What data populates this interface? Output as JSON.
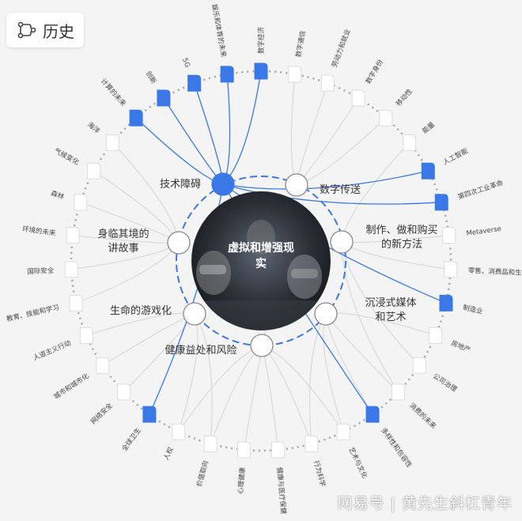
{
  "header": {
    "history_label": "历史",
    "icon": "history-branch-icon"
  },
  "center": {
    "title": "虚拟和增强现实"
  },
  "inner_nodes": [
    {
      "label": "技术障碍",
      "active": true
    },
    {
      "label": "数字传送",
      "active": false
    },
    {
      "label": "制作、做和购买的新方法",
      "active": false
    },
    {
      "label": "沉浸式媒体和艺术",
      "active": false
    },
    {
      "label": "健康益处和风险",
      "active": false
    },
    {
      "label": "生命的游戏化",
      "active": false
    },
    {
      "label": "身临其境的讲故事",
      "active": false
    }
  ],
  "outer_nodes": [
    {
      "label": "数字经济",
      "active": true
    },
    {
      "label": "数字通信",
      "active": false
    },
    {
      "label": "劳动力和就业",
      "active": false
    },
    {
      "label": "数字身份",
      "active": false
    },
    {
      "label": "移动性",
      "active": false
    },
    {
      "label": "能量",
      "active": false
    },
    {
      "label": "人工智能",
      "active": true
    },
    {
      "label": "第四次工业革命",
      "active": true
    },
    {
      "label": "Metaverse",
      "active": false
    },
    {
      "label": "零售、消费品和生活方式",
      "active": false
    },
    {
      "label": "制造业",
      "active": true
    },
    {
      "label": "房地产",
      "active": false
    },
    {
      "label": "公司治理",
      "active": false
    },
    {
      "label": "消费的未来",
      "active": false
    },
    {
      "label": "多样性和包容性",
      "active": true
    },
    {
      "label": "艺术与文化",
      "active": false
    },
    {
      "label": "行为科学",
      "active": false
    },
    {
      "label": "健康与医疗保健",
      "active": false
    },
    {
      "label": "心理健康",
      "active": false
    },
    {
      "label": "价值取向",
      "active": false
    },
    {
      "label": "人权",
      "active": false
    },
    {
      "label": "全球卫生",
      "active": true
    },
    {
      "label": "网络安全",
      "active": false
    },
    {
      "label": "城市和城市化",
      "active": false
    },
    {
      "label": "人道主义行动",
      "active": false
    },
    {
      "label": "教育、技能和学习",
      "active": false
    },
    {
      "label": "国际安全",
      "active": false
    },
    {
      "label": "环境的未来",
      "active": false
    },
    {
      "label": "森林",
      "active": false
    },
    {
      "label": "气候变化",
      "active": false
    },
    {
      "label": "海洋",
      "active": false
    },
    {
      "label": "计算的未来",
      "active": true
    },
    {
      "label": "创新",
      "active": true
    },
    {
      "label": "5G",
      "active": true
    },
    {
      "label": "媒体、娱乐和体育的未来",
      "active": true
    }
  ],
  "links": [
    [
      1,
      1
    ],
    [
      1,
      3
    ],
    [
      1,
      4
    ],
    [
      1,
      18
    ],
    [
      1,
      2
    ],
    [
      2,
      8
    ],
    [
      2,
      9
    ],
    [
      2,
      5
    ],
    [
      2,
      13
    ],
    [
      2,
      12
    ],
    [
      3,
      11
    ],
    [
      3,
      13
    ],
    [
      3,
      15
    ],
    [
      3,
      16
    ],
    [
      3,
      14
    ],
    [
      4,
      17
    ],
    [
      4,
      16
    ],
    [
      4,
      19
    ],
    [
      4,
      20
    ],
    [
      4,
      15
    ],
    [
      5,
      19
    ],
    [
      5,
      22
    ],
    [
      5,
      23
    ],
    [
      5,
      24
    ],
    [
      5,
      20
    ],
    [
      6,
      25
    ],
    [
      6,
      26
    ],
    [
      6,
      27
    ],
    [
      6,
      28
    ],
    [
      6,
      29
    ],
    [
      6,
      30
    ]
  ],
  "colors": {
    "accent": "#3b78e7",
    "link": "#d4d4d4",
    "ring": "#9a9a9a"
  },
  "watermark": "网易号 | 黄先生斜杠青年"
}
